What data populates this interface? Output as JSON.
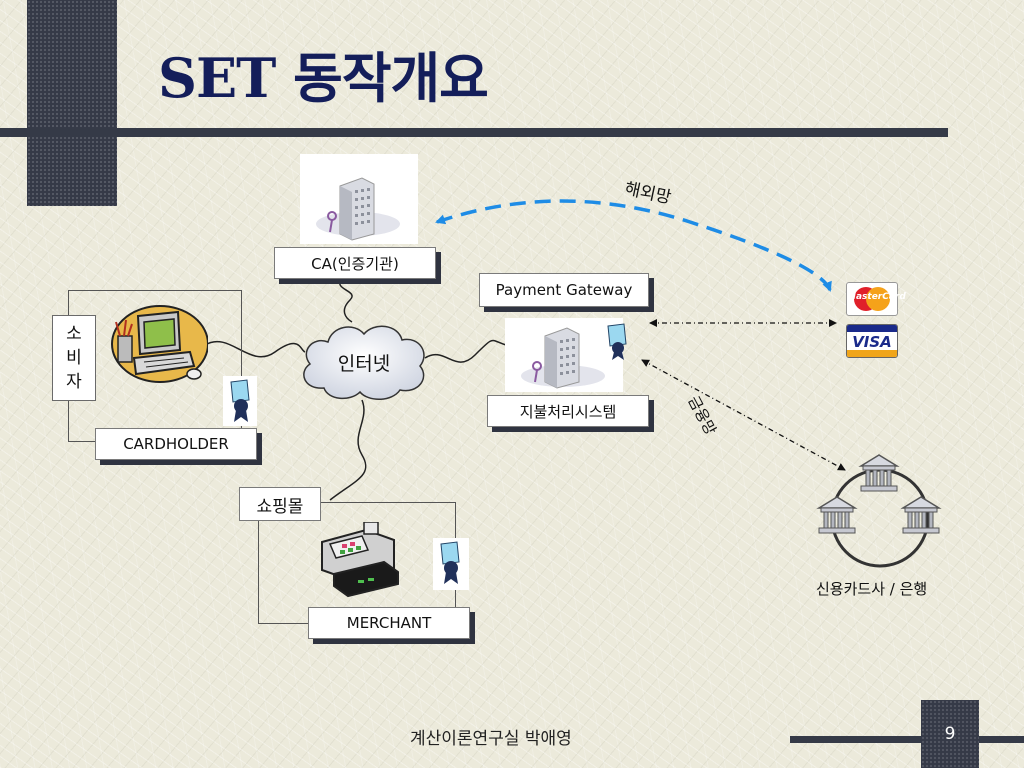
{
  "slide": {
    "title": "SET 동작개요",
    "footer": "계산이론연구실 박애영",
    "page_number": "9"
  },
  "nodes": {
    "ca": "CA(인증기관)",
    "payment_gateway": "Payment Gateway",
    "payment_system": "지불처리시스템",
    "internet": "인터넷",
    "consumer": [
      "소",
      "비",
      "자"
    ],
    "cardholder": "CARDHOLDER",
    "shopping_mall": "쇼핑몰",
    "merchant": "MERCHANT",
    "banks": "신용카드사 / 은행"
  },
  "links": {
    "overseas": "해외망",
    "financial": "금융망"
  },
  "cards": {
    "mastercard": "MasterCard",
    "visa": "VISA"
  },
  "colors": {
    "title": "#141e5a",
    "accent_dark": "#353a47",
    "overseas_link": "#1e8ce6"
  }
}
